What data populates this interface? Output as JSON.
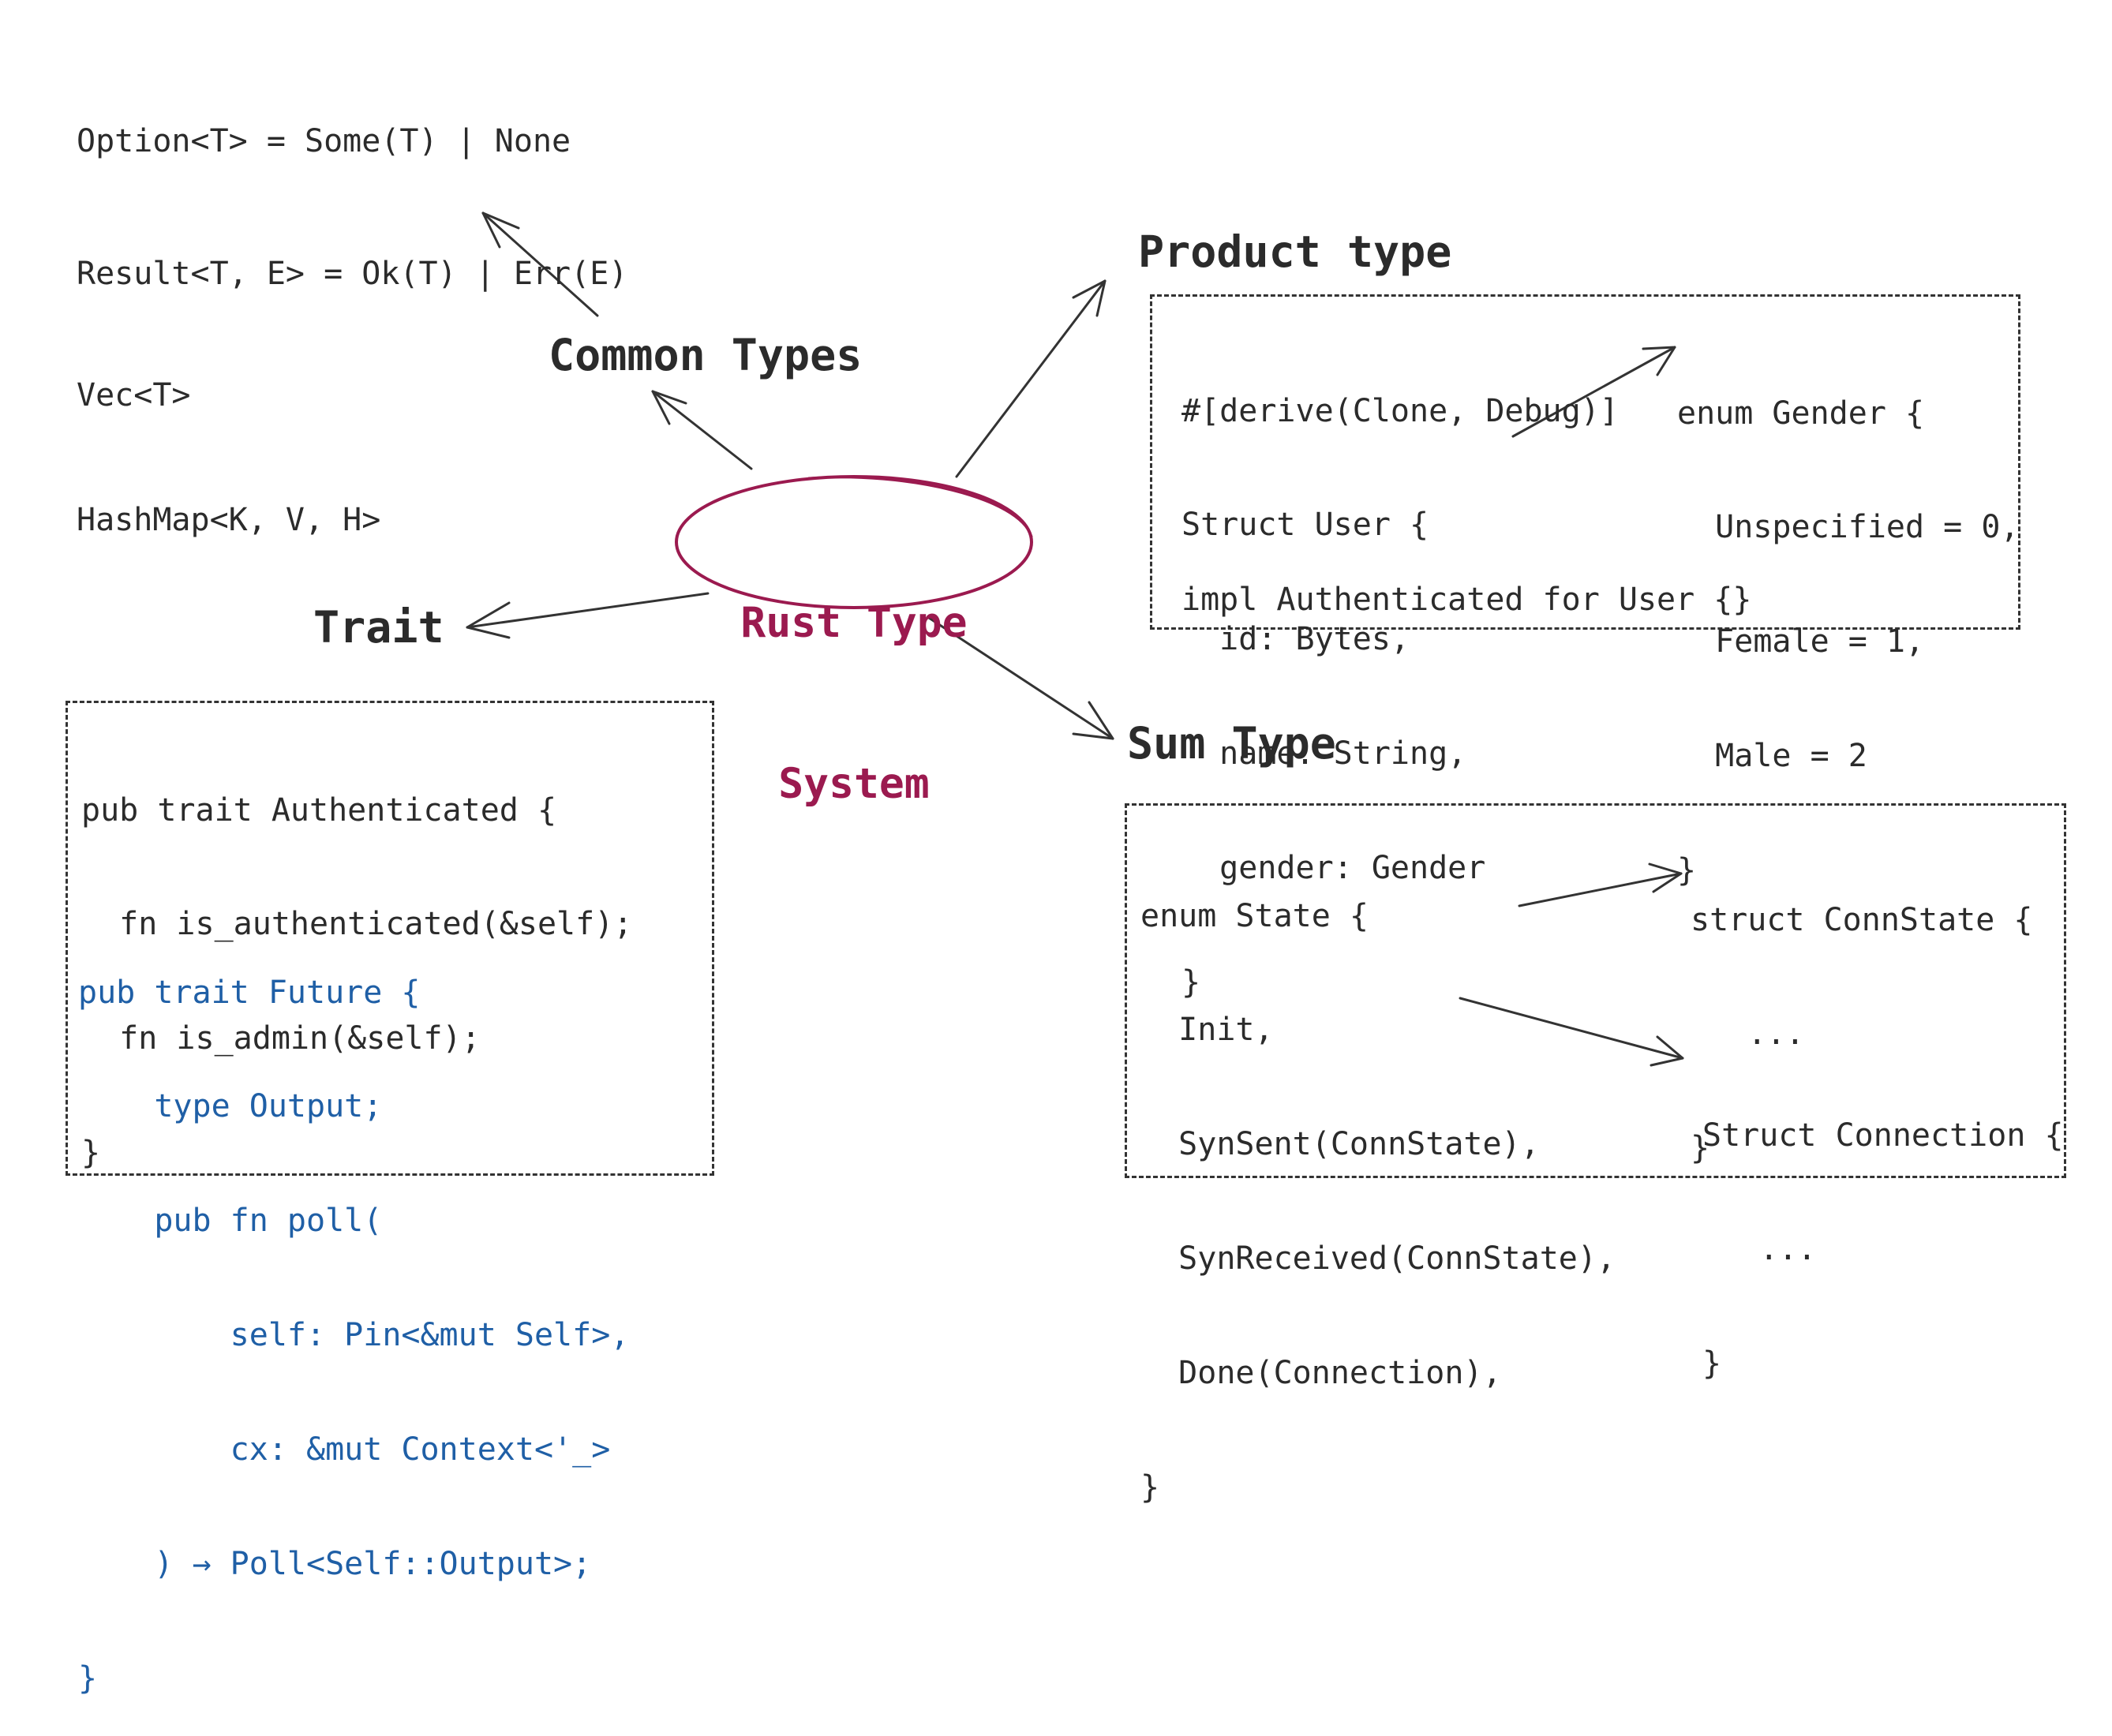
{
  "center": {
    "line1": "Rust Type",
    "line2": "System",
    "color": "#9b1a4f"
  },
  "common_types": {
    "heading": "Common Types",
    "lines": [
      "Option<T> = Some(T) | None",
      "Result<T, E> = Ok(T) | Err(E)",
      "Vec<T>",
      "HashMap<K, V, H>"
    ]
  },
  "product_type": {
    "heading": "Product type",
    "struct_lines": [
      "#[derive(Clone, Debug)]",
      "Struct User {",
      "  id: Bytes,",
      "  name: String,",
      "  gender: Gender",
      "}"
    ],
    "impl_line": "impl Authenticated for User {}",
    "enum_lines": [
      "enum Gender {",
      "  Unspecified = 0,",
      "  Female = 1,",
      "  Male = 2",
      "}"
    ]
  },
  "trait": {
    "heading": "Trait",
    "auth_lines": [
      "pub trait Authenticated {",
      "  fn is_authenticated(&self);",
      "  fn is_admin(&self);",
      "}"
    ],
    "future_lines": [
      "pub trait Future {",
      "    type Output;",
      "    pub fn poll(",
      "        self: Pin<&mut Self>,",
      "        cx: &mut Context<'_>",
      "    ) → Poll<Self::Output>;",
      "}"
    ],
    "future_color": "#1f5fa6"
  },
  "sum_type": {
    "heading": "Sum Type",
    "enum_lines": [
      "enum State {",
      "  Init,",
      "  SynSent(ConnState),",
      "  SynReceived(ConnState),",
      "  Done(Connection),",
      "}"
    ],
    "connstate_lines": [
      "struct ConnState {",
      "   ...",
      "}"
    ],
    "connection_lines": [
      "Struct Connection {",
      "   ...",
      "}"
    ]
  }
}
